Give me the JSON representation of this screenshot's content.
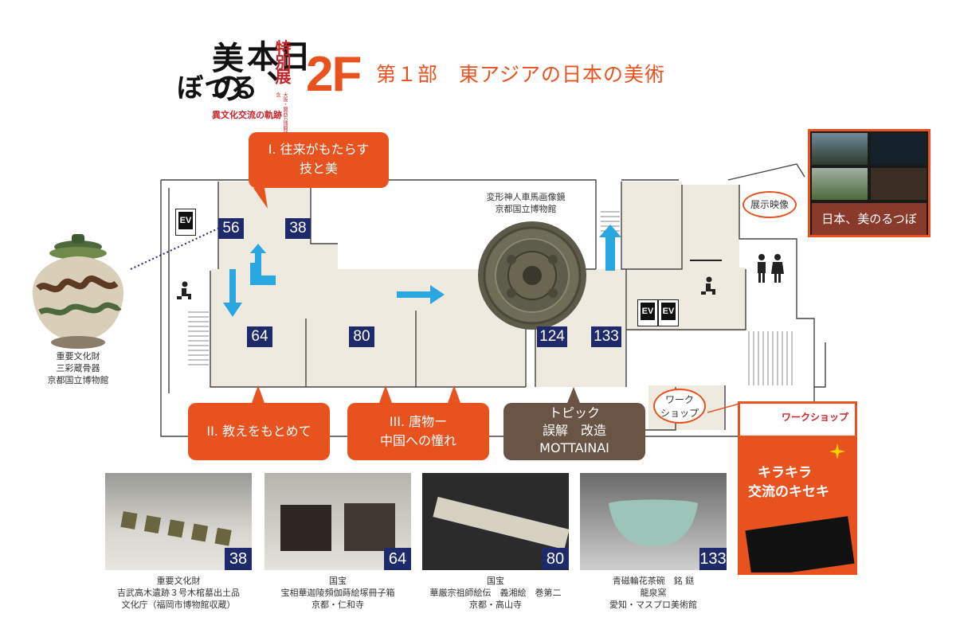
{
  "logo": {
    "col1": "るつぼ",
    "col2": "美の",
    "col3": "日本、",
    "special": "特別展",
    "small_vertical": "大阪・関西万博開催記念",
    "subtitle": "異文化交流の軌跡"
  },
  "header": {
    "floor": "2F",
    "section_title": "第１部　東アジアの日本の美術"
  },
  "rooms": {
    "r56": "56",
    "r38": "38",
    "r64": "64",
    "r80": "80",
    "r124": "124",
    "r133": "133"
  },
  "ev_label": "EV",
  "callouts": {
    "section1_line1": "I. 往来がもたらす",
    "section1_line2": "技と美",
    "section2": "II. 教えをもとめて",
    "section3_line1": "III. 唐物ー",
    "section3_line2": "中国への憧れ",
    "topic_line1": "トピック",
    "topic_line2": "誤解　改造",
    "topic_line3": "MOTTAINAI"
  },
  "mirror_caption": {
    "line1": "変形神人車馬画像鏡",
    "line2": "京都国立博物館"
  },
  "jar_caption": {
    "line1": "重要文化財",
    "line2": "三彩蔵骨器",
    "line3": "京都国立博物館"
  },
  "video": {
    "label": "展示映像",
    "title": "日本、美のるつぼ"
  },
  "workshop": {
    "label_line1": "ワーク",
    "label_line2": "ショップ",
    "poster_heading": "ワークショップ",
    "poster_line1": "キラキラ",
    "poster_line2": "交流のキセキ"
  },
  "photos": [
    {
      "num": "38",
      "line1": "重要文化財",
      "line2": "吉武高木遺跡３号木棺墓出土品",
      "line3": "文化庁（福岡市博物館収蔵）"
    },
    {
      "num": "64",
      "line1": "国宝",
      "line2": "宝相華迦陵頻伽蒔絵塚冊子箱",
      "line3": "京都・仁和寺"
    },
    {
      "num": "80",
      "line1": "国宝",
      "line2": "華厳宗祖師絵伝　義湘絵　巻第二",
      "line3": "京都・高山寺"
    },
    {
      "num": "133",
      "line1": "青磁輪花茶碗　銘 鎹",
      "line2": "龍泉窯",
      "line3": "愛知・マスプロ美術館"
    }
  ],
  "colors": {
    "accent": "#e8521f",
    "room_badge": "#1f2a6b",
    "arrow": "#2aa6e0",
    "topic": "#6a5446",
    "floor_fill": "#efeadf"
  }
}
